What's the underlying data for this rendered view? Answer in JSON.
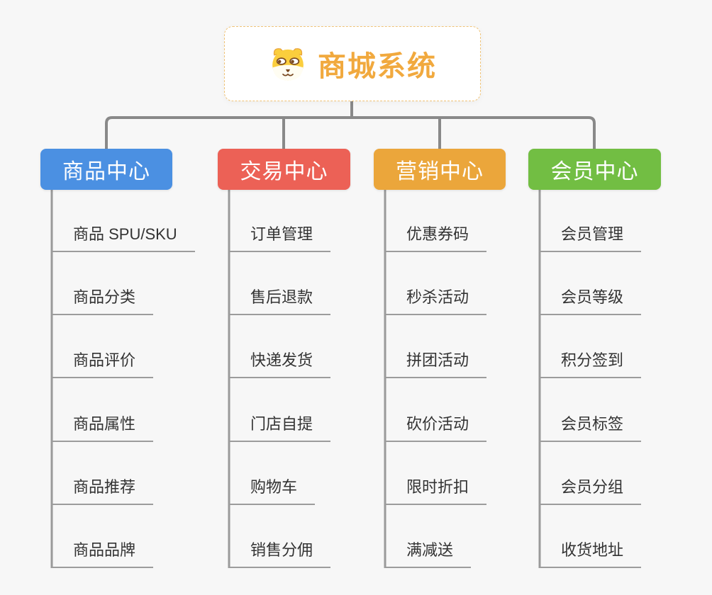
{
  "root": {
    "title": "商城系统",
    "icon": "dog-face-icon"
  },
  "branches": [
    {
      "label": "商品中心",
      "color": "#4b90e2",
      "items": [
        "商品 SPU/SKU",
        "商品分类",
        "商品评价",
        "商品属性",
        "商品推荐",
        "商品品牌"
      ]
    },
    {
      "label": "交易中心",
      "color": "#ec6156",
      "items": [
        "订单管理",
        "售后退款",
        "快递发货",
        "门店自提",
        "购物车",
        "销售分佣"
      ]
    },
    {
      "label": "营销中心",
      "color": "#eba63b",
      "items": [
        "优惠券码",
        "秒杀活动",
        "拼团活动",
        "砍价活动",
        "限时折扣",
        "满减送"
      ]
    },
    {
      "label": "会员中心",
      "color": "#72be43",
      "items": [
        "会员管理",
        "会员等级",
        "积分签到",
        "会员标签",
        "会员分组",
        "收货地址"
      ]
    }
  ],
  "colors": {
    "background": "#f7f7f7",
    "root_text": "#f1a93e",
    "root_border": "#f0c377",
    "connector": "#898989",
    "branch_line": "#9a9a9a",
    "leaf_underline": "#9c9c9c",
    "leaf_text": "#333333"
  }
}
